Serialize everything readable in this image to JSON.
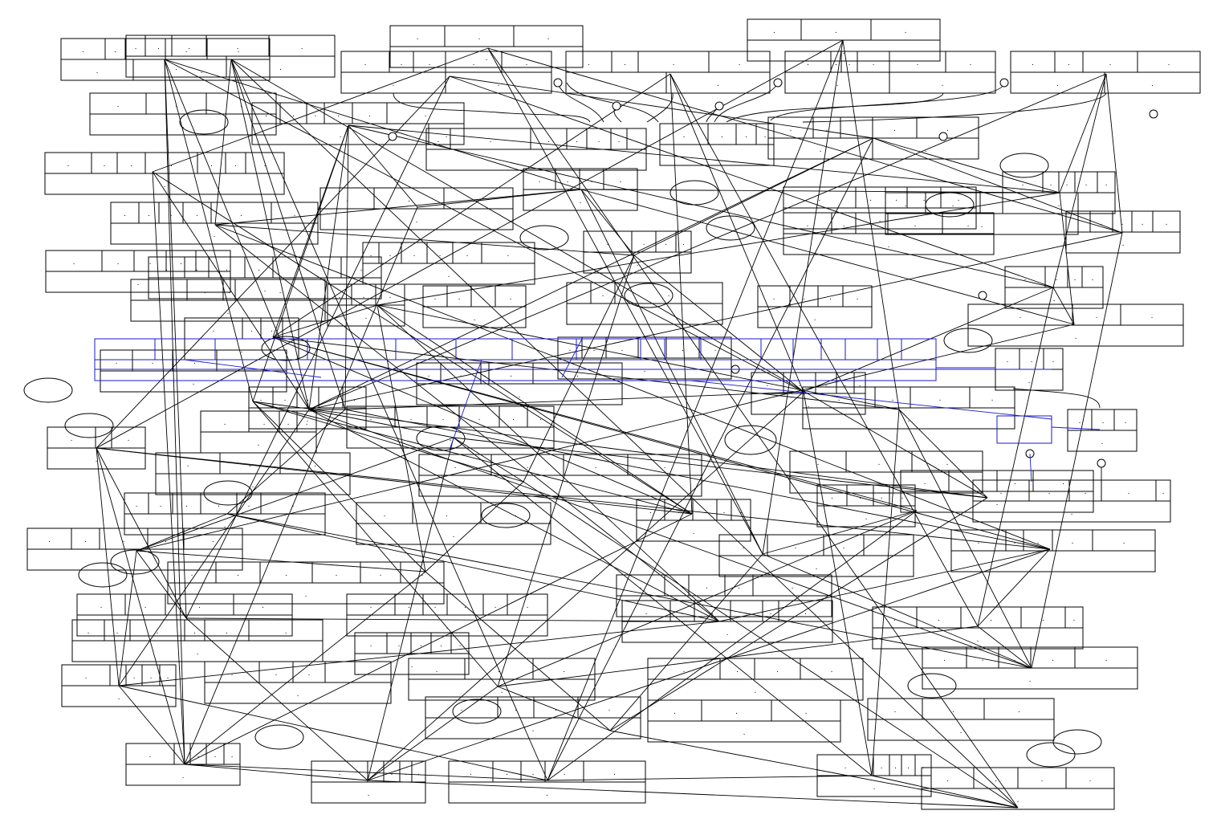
{
  "diagram": {
    "kind": "record-node graph",
    "node_count": 78,
    "ellipse_count": 18,
    "circle_port_count": 12,
    "line_count": 170,
    "cell_marker": ".",
    "colors": {
      "background": "#ffffff",
      "stroke": "#000000",
      "highlight": "#1a1acc"
    }
  }
}
